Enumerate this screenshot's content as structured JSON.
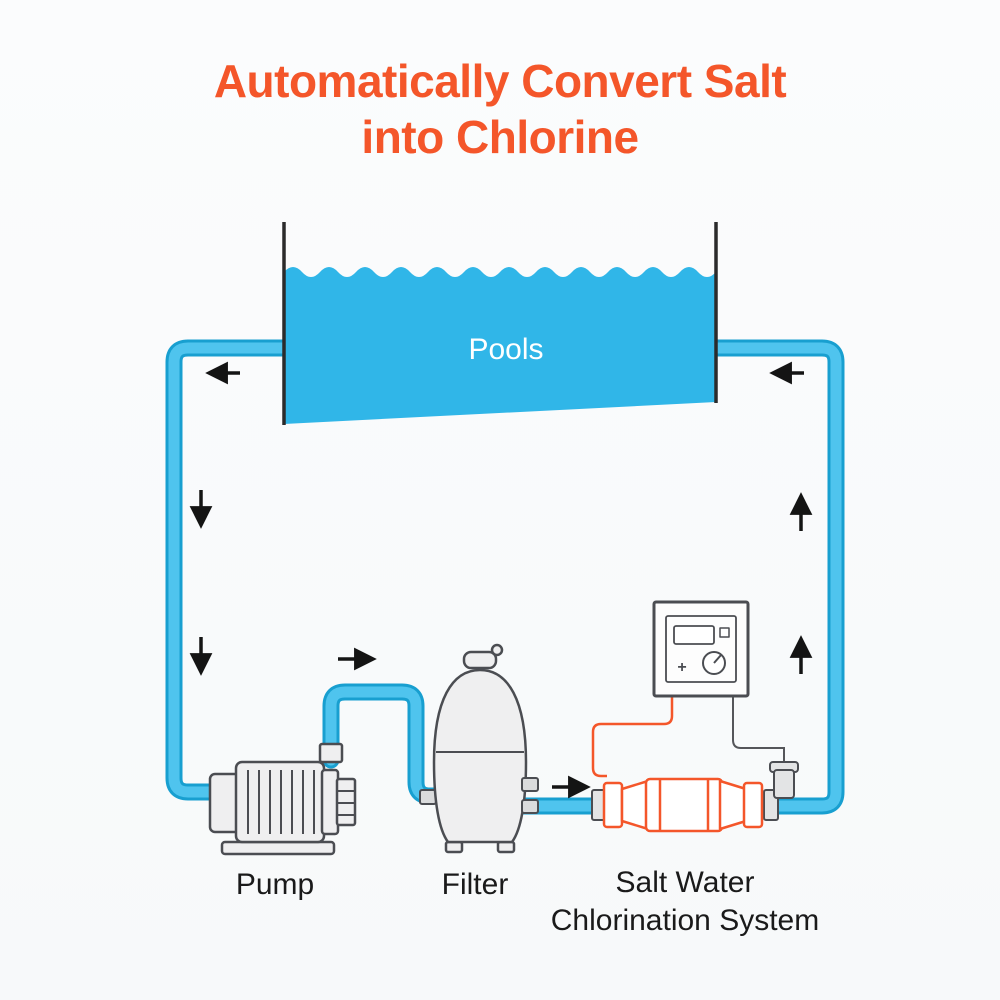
{
  "title": {
    "line1": "Automatically Convert Salt",
    "line2": "into Chlorine"
  },
  "pool": {
    "label": "Pools"
  },
  "components": {
    "pump_label": "Pump",
    "filter_label": "Filter",
    "system_label_line1": "Salt Water",
    "system_label_line2": "Chlorination System"
  },
  "control_box": {
    "plus": "+"
  },
  "colors": {
    "accent_orange": "#F4562A",
    "water_cyan": "#30B6E8",
    "pipe_fill": "#4FC4EE",
    "pipe_border": "#189FD0",
    "component_gray": "#4B4D52",
    "arrow_black": "#141414",
    "text_black": "#1a1a1a"
  }
}
